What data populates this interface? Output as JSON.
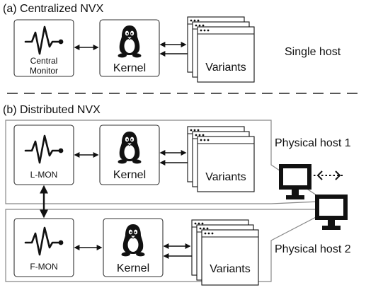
{
  "centralized": {
    "title": "(a) Centralized NVX",
    "monitor_line1": "Central",
    "monitor_line2": "Monitor",
    "kernel": "Kernel",
    "variants": "Variants",
    "host_label": "Single host"
  },
  "distributed": {
    "title": "(b) Distributed NVX",
    "host1": {
      "monitor": "L-MON",
      "kernel": "Kernel",
      "variants": "Variants",
      "host_label": "Physical host 1"
    },
    "host2": {
      "monitor": "F-MON",
      "kernel": "Kernel",
      "variants": "Variants",
      "host_label": "Physical host 2"
    }
  },
  "icons": {
    "monitor": "heartbeat-pulse-icon",
    "kernel": "linux-penguin-icon",
    "window": "app-window-icon",
    "computer": "desktop-computer-icon"
  }
}
